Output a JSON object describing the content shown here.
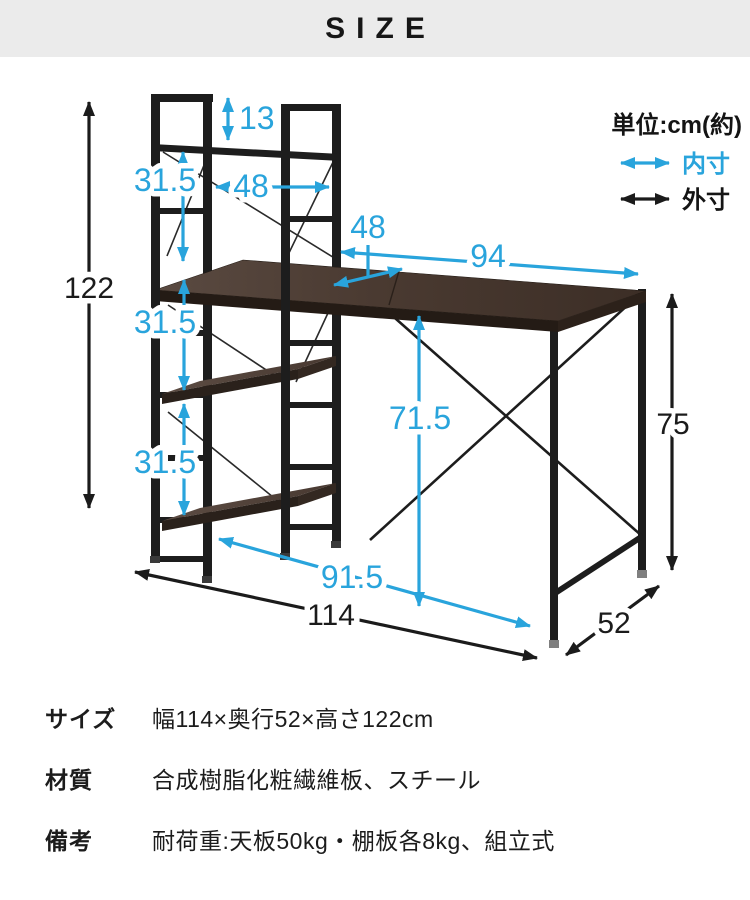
{
  "header": {
    "title": "SIZE"
  },
  "legend": {
    "unit_note": "単位:cm(約)",
    "inner_label": "内寸",
    "outer_label": "外寸"
  },
  "dimensions": {
    "top_gap": "13",
    "section1": "31.5",
    "section2": "31.5",
    "section3": "31.5",
    "shelf_inner_width": "48",
    "desktop_inner_depth": "48",
    "desktop_inner_width": "94",
    "under_desk_height": "71.5",
    "inner_span": "91.5",
    "overall_height": "122",
    "overall_width": "114",
    "overall_depth": "52",
    "desk_height": "75"
  },
  "specs": {
    "rows": [
      {
        "label": "サイズ",
        "value": "幅114×奥行52×高さ122cm"
      },
      {
        "label": "材質",
        "value": "合成樹脂化粧繊維板、スチール"
      },
      {
        "label": "備考",
        "value": "耐荷重:天板50kg・棚板各8kg、組立式"
      }
    ]
  },
  "colors": {
    "accent_blue": "#29a4dc",
    "outline_black": "#1b1b1b",
    "frame_black": "#1d1d1d",
    "desk_wood": "#4a3a31",
    "shelf_wood": "#52423a",
    "banner_bg": "#ebebeb"
  }
}
